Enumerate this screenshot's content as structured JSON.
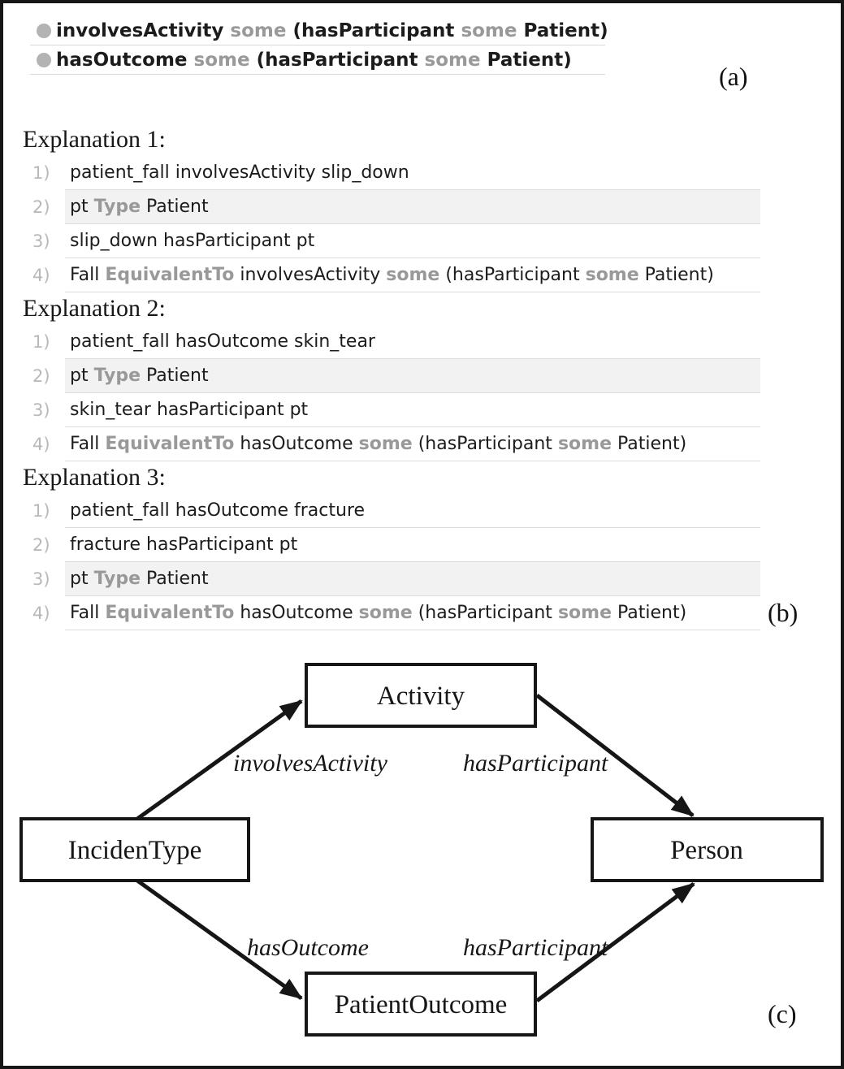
{
  "figure": {
    "panel_a": {
      "label": "(a)",
      "axioms": [
        {
          "segments": [
            {
              "t": "involvesActivity ",
              "k": false
            },
            {
              "t": "some",
              "k": true
            },
            {
              "t": " (hasParticipant ",
              "k": false
            },
            {
              "t": "some",
              "k": true
            },
            {
              "t": " Patient)",
              "k": false
            }
          ]
        },
        {
          "segments": [
            {
              "t": "hasOutcome ",
              "k": false
            },
            {
              "t": "some",
              "k": true
            },
            {
              "t": " (hasParticipant ",
              "k": false
            },
            {
              "t": "some",
              "k": true
            },
            {
              "t": " Patient)",
              "k": false
            }
          ]
        }
      ]
    },
    "panel_b": {
      "label": "(b)",
      "explanations": [
        {
          "title": "Explanation 1:",
          "rows": [
            {
              "num": "1)",
              "highlight": false,
              "segments": [
                {
                  "t": "patient_fall involvesActivity slip_down",
                  "k": false
                }
              ]
            },
            {
              "num": "2)",
              "highlight": true,
              "segments": [
                {
                  "t": "pt ",
                  "k": false
                },
                {
                  "t": "Type",
                  "k": true
                },
                {
                  "t": " Patient",
                  "k": false
                }
              ]
            },
            {
              "num": "3)",
              "highlight": false,
              "segments": [
                {
                  "t": "slip_down hasParticipant pt",
                  "k": false
                }
              ]
            },
            {
              "num": "4)",
              "highlight": false,
              "segments": [
                {
                  "t": "Fall ",
                  "k": false
                },
                {
                  "t": "EquivalentTo",
                  "k": true
                },
                {
                  "t": " involvesActivity ",
                  "k": false
                },
                {
                  "t": "some",
                  "k": true
                },
                {
                  "t": " (hasParticipant ",
                  "k": false
                },
                {
                  "t": "some",
                  "k": true
                },
                {
                  "t": " Patient)",
                  "k": false
                }
              ]
            }
          ]
        },
        {
          "title": "Explanation 2:",
          "rows": [
            {
              "num": "1)",
              "highlight": false,
              "segments": [
                {
                  "t": "patient_fall hasOutcome skin_tear",
                  "k": false
                }
              ]
            },
            {
              "num": "2)",
              "highlight": true,
              "segments": [
                {
                  "t": "pt ",
                  "k": false
                },
                {
                  "t": "Type",
                  "k": true
                },
                {
                  "t": " Patient",
                  "k": false
                }
              ]
            },
            {
              "num": "3)",
              "highlight": false,
              "segments": [
                {
                  "t": "skin_tear hasParticipant pt",
                  "k": false
                }
              ]
            },
            {
              "num": "4)",
              "highlight": false,
              "segments": [
                {
                  "t": "Fall ",
                  "k": false
                },
                {
                  "t": "EquivalentTo",
                  "k": true
                },
                {
                  "t": " hasOutcome ",
                  "k": false
                },
                {
                  "t": "some",
                  "k": true
                },
                {
                  "t": " (hasParticipant ",
                  "k": false
                },
                {
                  "t": "some",
                  "k": true
                },
                {
                  "t": " Patient)",
                  "k": false
                }
              ]
            }
          ]
        },
        {
          "title": "Explanation 3:",
          "rows": [
            {
              "num": "1)",
              "highlight": false,
              "segments": [
                {
                  "t": "patient_fall hasOutcome fracture",
                  "k": false
                }
              ]
            },
            {
              "num": "2)",
              "highlight": false,
              "segments": [
                {
                  "t": "fracture hasParticipant pt",
                  "k": false
                }
              ]
            },
            {
              "num": "3)",
              "highlight": true,
              "segments": [
                {
                  "t": "pt ",
                  "k": false
                },
                {
                  "t": "Type",
                  "k": true
                },
                {
                  "t": " Patient",
                  "k": false
                }
              ]
            },
            {
              "num": "4)",
              "highlight": false,
              "segments": [
                {
                  "t": "Fall ",
                  "k": false
                },
                {
                  "t": "EquivalentTo",
                  "k": true
                },
                {
                  "t": " hasOutcome ",
                  "k": false
                },
                {
                  "t": "some",
                  "k": true
                },
                {
                  "t": " (hasParticipant ",
                  "k": false
                },
                {
                  "t": "some",
                  "k": true
                },
                {
                  "t": " Patient)",
                  "k": false
                }
              ]
            }
          ]
        }
      ]
    },
    "panel_c": {
      "label": "(c)",
      "nodes": [
        {
          "id": "activity",
          "label": "Activity"
        },
        {
          "id": "incidentype",
          "label": "IncidenType"
        },
        {
          "id": "person",
          "label": "Person"
        },
        {
          "id": "patientoutcome",
          "label": "PatientOutcome"
        }
      ],
      "edges": [
        {
          "from": "incidentype",
          "to": "activity",
          "label": "involvesActivity"
        },
        {
          "from": "activity",
          "to": "person",
          "label": "hasParticipant"
        },
        {
          "from": "incidentype",
          "to": "patientoutcome",
          "label": "hasOutcome"
        },
        {
          "from": "patientoutcome",
          "to": "person",
          "label": "hasParticipant"
        }
      ]
    },
    "colors": {
      "text_dark": "#1c1c1c",
      "keyword_gray": "#999999",
      "number_gray": "#b8b8b8",
      "divider": "#dcdcdc",
      "row_highlight": "#f2f2f2",
      "bullet_gray": "#b3b3b3",
      "border_black": "#161616"
    }
  }
}
